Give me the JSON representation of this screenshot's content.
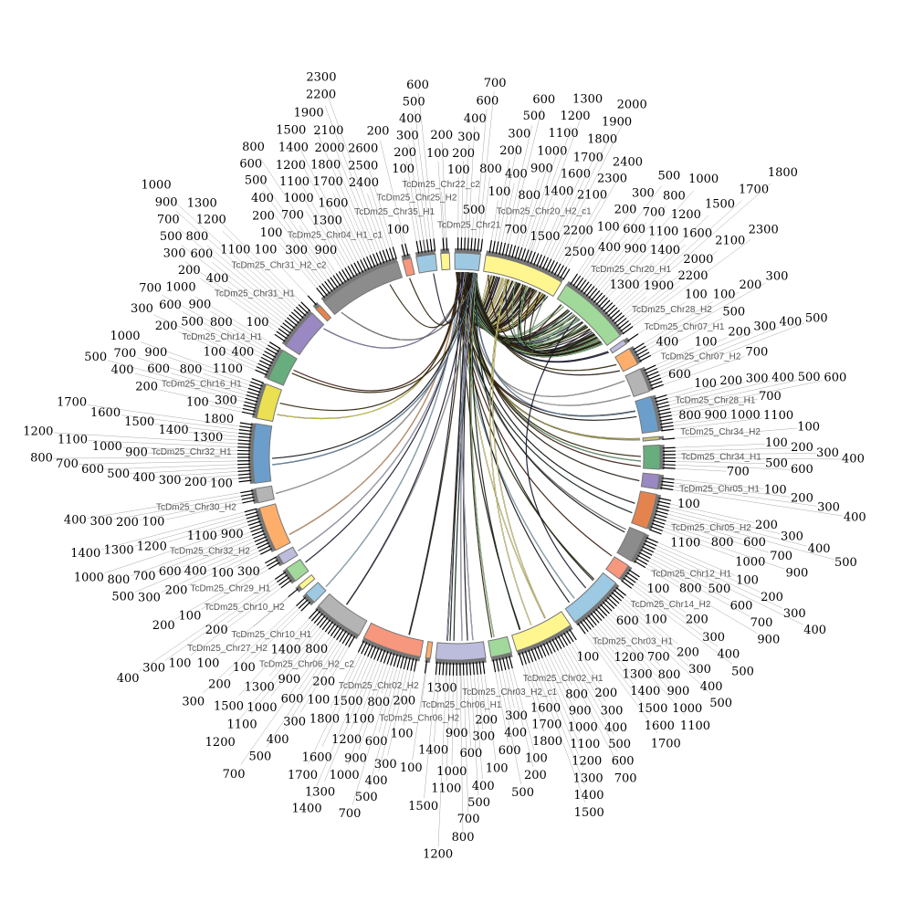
{
  "chart_data": {
    "type": "circos",
    "tick_interval": 100,
    "sectors": [
      {
        "name": "TcDm25_Chr21",
        "length": 800,
        "color": "#9dc9e2"
      },
      {
        "name": "TcDm25_Chr20_H2_c1",
        "length": 2500,
        "color": "#fff68f"
      },
      {
        "name": "TcDm25_Chr20_H1",
        "length": 2300,
        "color": "#a1d99b"
      },
      {
        "name": "TcDm25_Chr28_H2",
        "length": 150,
        "color": "#bcbddc"
      },
      {
        "name": "TcDm25_Chr07_H1",
        "length": 550,
        "color": "#fdae6b"
      },
      {
        "name": "TcDm25_Chr07_H2",
        "length": 750,
        "color": "#b4b4b4"
      },
      {
        "name": "TcDm25_Chr28_H1",
        "length": 1100,
        "color": "#6b9ecb"
      },
      {
        "name": "TcDm25_Chr34_H2",
        "length": 100,
        "color": "#c9c26a"
      },
      {
        "name": "TcDm25_Chr34_H1",
        "length": 750,
        "color": "#68ad7d"
      },
      {
        "name": "TcDm25_Chr05_H1",
        "length": 450,
        "color": "#9a88c2"
      },
      {
        "name": "TcDm25_Chr05_H2",
        "length": 1100,
        "color": "#e5834f"
      },
      {
        "name": "TcDm25_Chr12_H1",
        "length": 950,
        "color": "#8c8c8c"
      },
      {
        "name": "TcDm25_Chr14_H2",
        "length": 500,
        "color": "#f7977e"
      },
      {
        "name": "TcDm25_Chr03_H1",
        "length": 1750,
        "color": "#9dc9e2"
      },
      {
        "name": "TcDm25_Chr02_H1",
        "length": 1850,
        "color": "#fff68f"
      },
      {
        "name": "TcDm25_Chr03_H2_c1",
        "length": 650,
        "color": "#a1d99b"
      },
      {
        "name": "TcDm25_Chr06_H1",
        "length": 1550,
        "color": "#bcbddc"
      },
      {
        "name": "TcDm25_Chr06_H2",
        "length": 150,
        "color": "#fdae6b"
      },
      {
        "name": "TcDm25_Chr02_H2",
        "length": 1850,
        "color": "#f7977e"
      },
      {
        "name": "TcDm25_Chr06_H2_c2",
        "length": 1550,
        "color": "#b4b4b4"
      },
      {
        "name": "TcDm25_Chr10_H1",
        "length": 380,
        "color": "#9dc9e2"
      },
      {
        "name": "TcDm25_Chr27_H2",
        "length": 170,
        "color": "#fff68f"
      },
      {
        "name": "TcDm25_Chr10_H2",
        "length": 480,
        "color": "#a1d99b"
      },
      {
        "name": "TcDm25_Chr29_H1",
        "length": 320,
        "color": "#bcbddc"
      },
      {
        "name": "TcDm25_Chr32_H2",
        "length": 1400,
        "color": "#fdae6b"
      },
      {
        "name": "TcDm25_Chr30_H2",
        "length": 450,
        "color": "#b4b4b4"
      },
      {
        "name": "TcDm25_Chr32_H1",
        "length": 1850,
        "color": "#6b9ecb"
      },
      {
        "name": "TcDm25_Chr16_H1",
        "length": 1100,
        "color": "#ebe052"
      },
      {
        "name": "TcDm25_Chr14_H1",
        "length": 1000,
        "color": "#68ad7d"
      },
      {
        "name": "TcDm25_Chr31_H1",
        "length": 1300,
        "color": "#9a88c2"
      },
      {
        "name": "TcDm25_Chr31_H2_c2",
        "length": 170,
        "color": "#e5834f"
      },
      {
        "name": "TcDm25_Chr04_H1_c1",
        "length": 2600,
        "color": "#8c8c8c"
      },
      {
        "name": "TcDm25_Chr35_H1",
        "length": 270,
        "color": "#f7977e"
      },
      {
        "name": "TcDm25_Chr25_H2",
        "length": 600,
        "color": "#9dc9e2"
      },
      {
        "name": "TcDm25_Chr22_c2",
        "length": 270,
        "color": "#fff68f"
      }
    ],
    "links": [
      {
        "from": 0,
        "to": 1,
        "count": 60
      },
      {
        "from": 0,
        "to": 2,
        "count": 40
      },
      {
        "from": 0,
        "to": 3,
        "count": 2
      },
      {
        "from": 0,
        "to": 4,
        "count": 2
      },
      {
        "from": 0,
        "to": 5,
        "count": 2
      },
      {
        "from": 0,
        "to": 6,
        "count": 3
      },
      {
        "from": 0,
        "to": 7,
        "count": 2
      },
      {
        "from": 0,
        "to": 8,
        "count": 3
      },
      {
        "from": 0,
        "to": 9,
        "count": 1
      },
      {
        "from": 0,
        "to": 10,
        "count": 2
      },
      {
        "from": 0,
        "to": 11,
        "count": 2
      },
      {
        "from": 0,
        "to": 12,
        "count": 1
      },
      {
        "from": 0,
        "to": 13,
        "count": 4
      },
      {
        "from": 0,
        "to": 14,
        "count": 3
      },
      {
        "from": 0,
        "to": 15,
        "count": 2
      },
      {
        "from": 0,
        "to": 16,
        "count": 8
      },
      {
        "from": 0,
        "to": 18,
        "count": 2
      },
      {
        "from": 0,
        "to": 19,
        "count": 2
      },
      {
        "from": 0,
        "to": 20,
        "count": 1
      },
      {
        "from": 0,
        "to": 22,
        "count": 1
      },
      {
        "from": 0,
        "to": 23,
        "count": 1
      },
      {
        "from": 0,
        "to": 24,
        "count": 1
      },
      {
        "from": 0,
        "to": 25,
        "count": 1
      },
      {
        "from": 0,
        "to": 26,
        "count": 2
      },
      {
        "from": 0,
        "to": 27,
        "count": 2
      },
      {
        "from": 0,
        "to": 28,
        "count": 2
      },
      {
        "from": 0,
        "to": 29,
        "count": 1
      },
      {
        "from": 0,
        "to": 31,
        "count": 2
      },
      {
        "from": 0,
        "to": 32,
        "count": 1
      },
      {
        "from": 0,
        "to": 33,
        "count": 1
      },
      {
        "from": 1,
        "to": 2,
        "count": 10
      },
      {
        "from": 1,
        "to": 14,
        "count": 2
      },
      {
        "from": 2,
        "to": 13,
        "count": 1
      }
    ]
  }
}
